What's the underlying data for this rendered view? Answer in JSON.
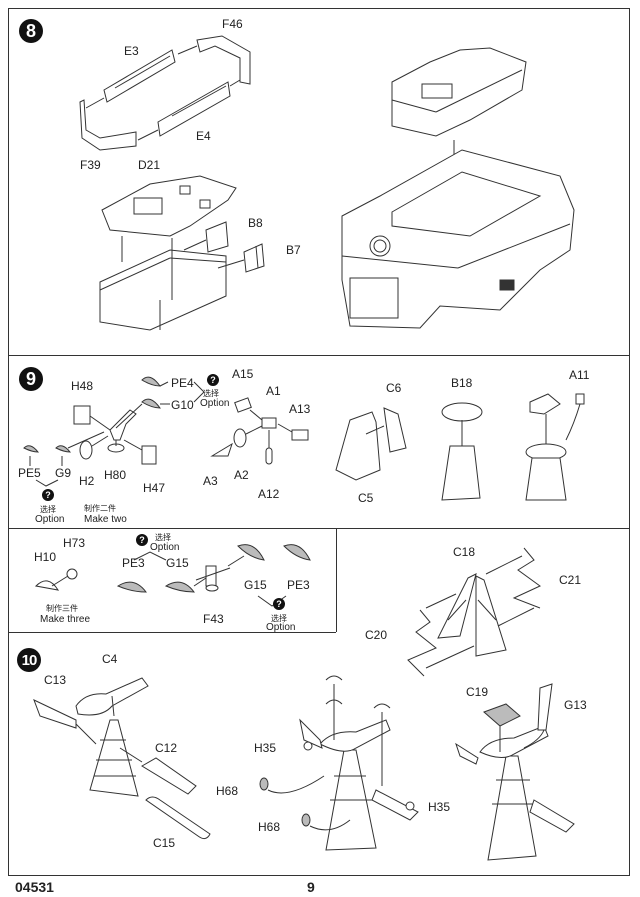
{
  "page": {
    "code": "04531",
    "number": "9"
  },
  "steps": {
    "s8": {
      "number": "8",
      "labels": {
        "F46": "F46",
        "E3": "E3",
        "E4": "E4",
        "F39": "F39",
        "D21": "D21",
        "B8": "B8",
        "B7": "B7"
      }
    },
    "s9": {
      "number": "9",
      "labels": {
        "H48": "H48",
        "PE4": "PE4",
        "G10": "G10",
        "PE5": "PE5",
        "G9": "G9",
        "H2": "H2",
        "H80": "H80",
        "H47": "H47",
        "A15": "A15",
        "A1": "A1",
        "A13": "A13",
        "A2": "A2",
        "A3": "A3",
        "A12": "A12",
        "C6": "C6",
        "C5": "C5",
        "B18": "B18",
        "A11": "A11"
      },
      "option_cn": "选择",
      "option_en": "Option",
      "make_two_cn": "制作二件",
      "make_two_en": "Make two"
    },
    "s9sub": {
      "labels": {
        "H10": "H10",
        "H73": "H73",
        "PE3": "PE3",
        "G15": "G15",
        "F43": "F43"
      },
      "option_cn": "选择",
      "option_en": "Option",
      "make_three_cn": "制作三件",
      "make_three_en": "Make three"
    },
    "s10": {
      "number": "10",
      "labels": {
        "C18": "C18",
        "C21": "C21",
        "C20": "C20",
        "C19": "C19",
        "C4": "C4",
        "C13": "C13",
        "C12": "C12",
        "C15": "C15",
        "H35": "H35",
        "H68": "H68",
        "G13": "G13"
      }
    }
  },
  "icons": {
    "option": "?"
  }
}
